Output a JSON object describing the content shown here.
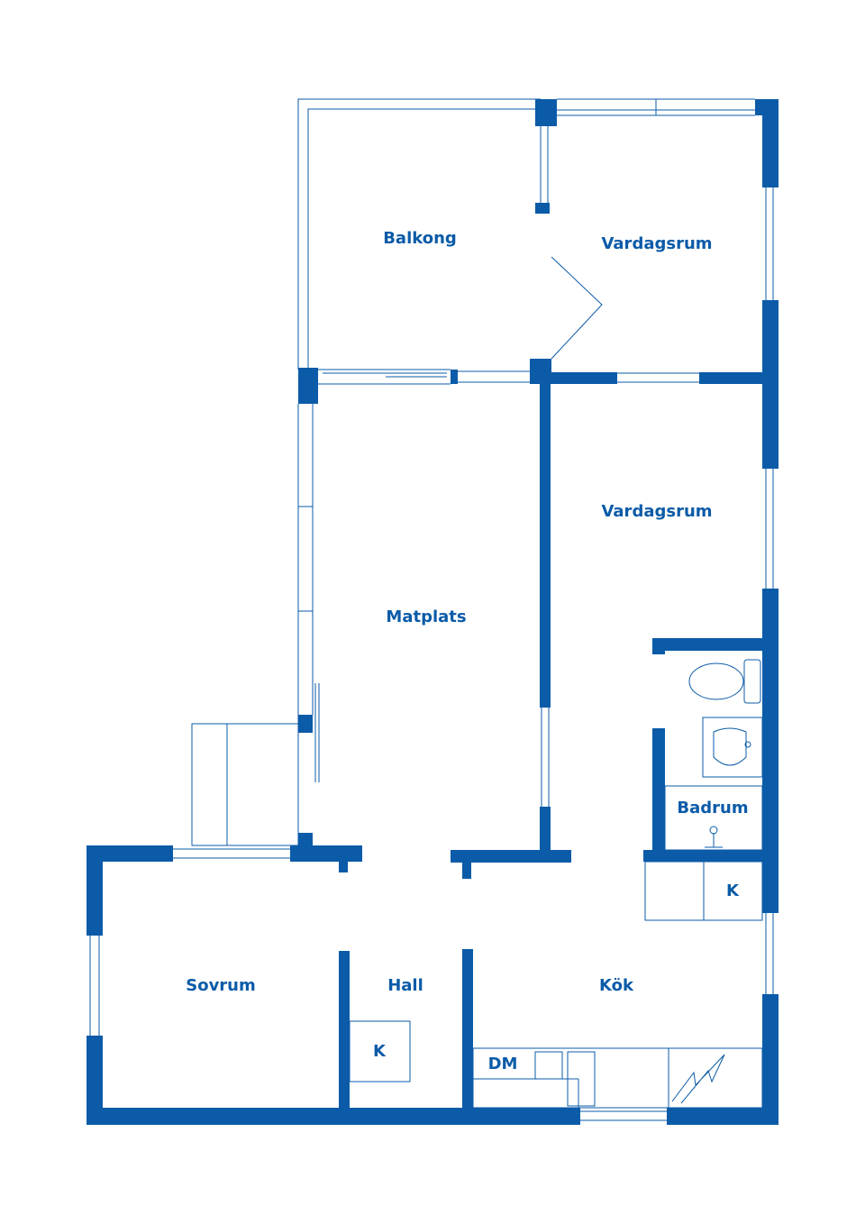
{
  "plan": {
    "accent_color": "#0b5ba8",
    "rooms": {
      "balkong": "Balkong",
      "vardagsrum_upper": "Vardagsrum",
      "vardagsrum_lower": "Vardagsrum",
      "matplats": "Matplats",
      "badrum": "Badrum",
      "sovrum": "Sovrum",
      "hall": "Hall",
      "kok": "Kök"
    },
    "fixtures": {
      "closet_kitchen": "K",
      "closet_hall": "K",
      "dishwasher": "DM"
    },
    "icons": [
      "toilet-icon",
      "sink-icon",
      "shower-icon",
      "stove-icon"
    ]
  }
}
